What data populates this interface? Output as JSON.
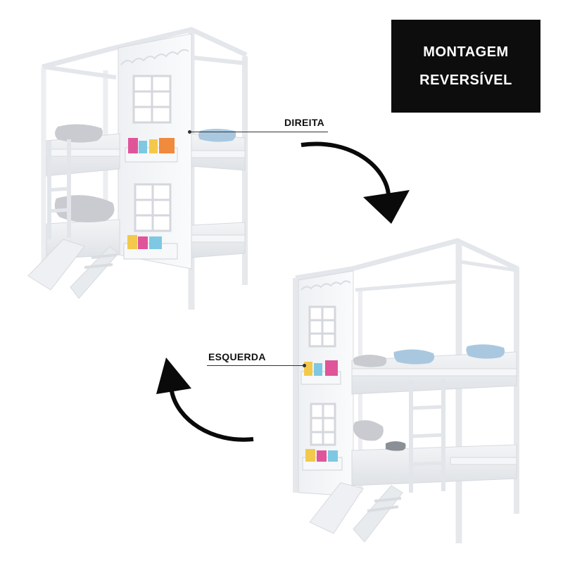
{
  "badge": {
    "line1": "MONTAGEM",
    "line2": "REVERSÍVEL"
  },
  "callouts": {
    "right_label": "DIREITA",
    "left_label": "ESQUERDA"
  },
  "colors": {
    "badge_bg": "#0d0d0d",
    "frame": "#f4f5f7",
    "pillow_blue": "#a9c8e0",
    "pillow_grey": "#c9cbd0",
    "arrow": "#0a0a0a"
  },
  "icons": {
    "arrow_down": "curved-arrow-down-icon",
    "arrow_up": "curved-arrow-up-icon"
  }
}
